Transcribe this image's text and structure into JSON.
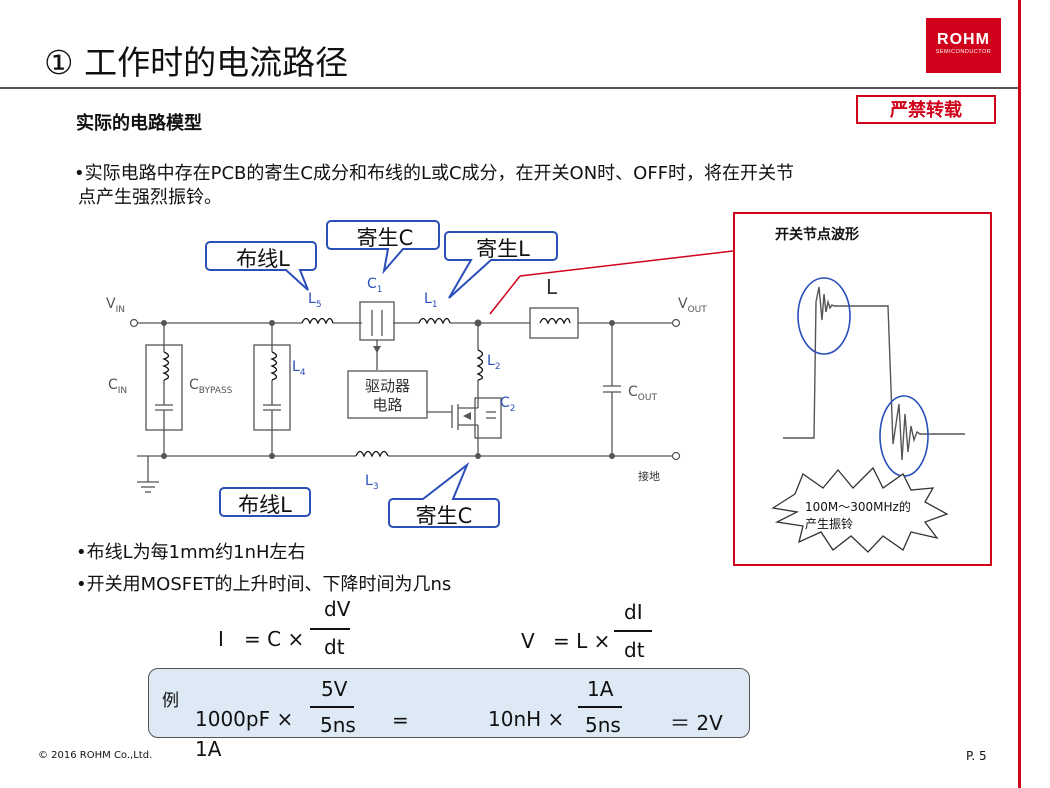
{
  "header": {
    "title": "① 工作时的电流路径",
    "logo_main": "ROHM",
    "logo_sub": "SEMICONDUCTOR",
    "stamp": "严禁转载"
  },
  "subtitle": "实际的电路模型",
  "intro": {
    "line1": "•实际电路中存在PCB的寄生C成分和布线的L或C成分，在开关ON时、OFF时，将在开关节",
    "line2": "点产生强烈振铃。"
  },
  "callouts": {
    "wire_l_top": "布线L",
    "parasitic_c_top": "寄生C",
    "parasitic_l": "寄生L",
    "wire_l_bottom": "布线L",
    "parasitic_c_bottom": "寄生C"
  },
  "circuit": {
    "vin": "V",
    "vin_sub": "IN",
    "vout": "V",
    "vout_sub": "OUT",
    "cin": "C",
    "cin_sub": "IN",
    "cbypass": "C",
    "cbypass_sub": "BYPASS",
    "cout": "C",
    "cout_sub": "OUT",
    "l": "L",
    "l_sub": "",
    "l1": "L",
    "l1_sub": "1",
    "l2": "L",
    "l2_sub": "2",
    "l3": "L",
    "l3_sub": "3",
    "l4": "L",
    "l4_sub": "4",
    "l5": "L",
    "l5_sub": "5",
    "c1": "C",
    "c1_sub": "1",
    "c2": "C",
    "c2_sub": "2",
    "driver_line1": "驱动器",
    "driver_line2": "电路",
    "ground": "接地"
  },
  "waveform": {
    "title": "开关节点波形",
    "burst_line1": "100M～300MHz的",
    "burst_line2": "产生振铃"
  },
  "bullets": {
    "b1": "•布线L为每1mm约1nH左右",
    "b2": "•开关用MOSFET的上升时间、下降时间为几ns"
  },
  "formulas": {
    "i_lhs": "I",
    "i_eq": "= C ×",
    "i_num": "dV",
    "i_den": "dt",
    "v_lhs": "V",
    "v_eq": "= L ×",
    "v_num": "dI",
    "v_den": "dt"
  },
  "example": {
    "label": "例",
    "e1_lhs": "1000pF ×",
    "e1_num": "5V",
    "e1_den": "5ns",
    "e1_eq": "=",
    "e1_result": "1A",
    "e2_lhs": "10nH ×",
    "e2_num": "1A",
    "e2_den": "5ns",
    "e2_result": "＝ 2V"
  },
  "footer": {
    "copyright": "© 2016 ROHM Co.,Ltd.",
    "page": "P. 5"
  },
  "colors": {
    "accent_red": "#d0021b",
    "callout_blue": "#2a4fb8",
    "example_bg": "#dde9f5"
  }
}
